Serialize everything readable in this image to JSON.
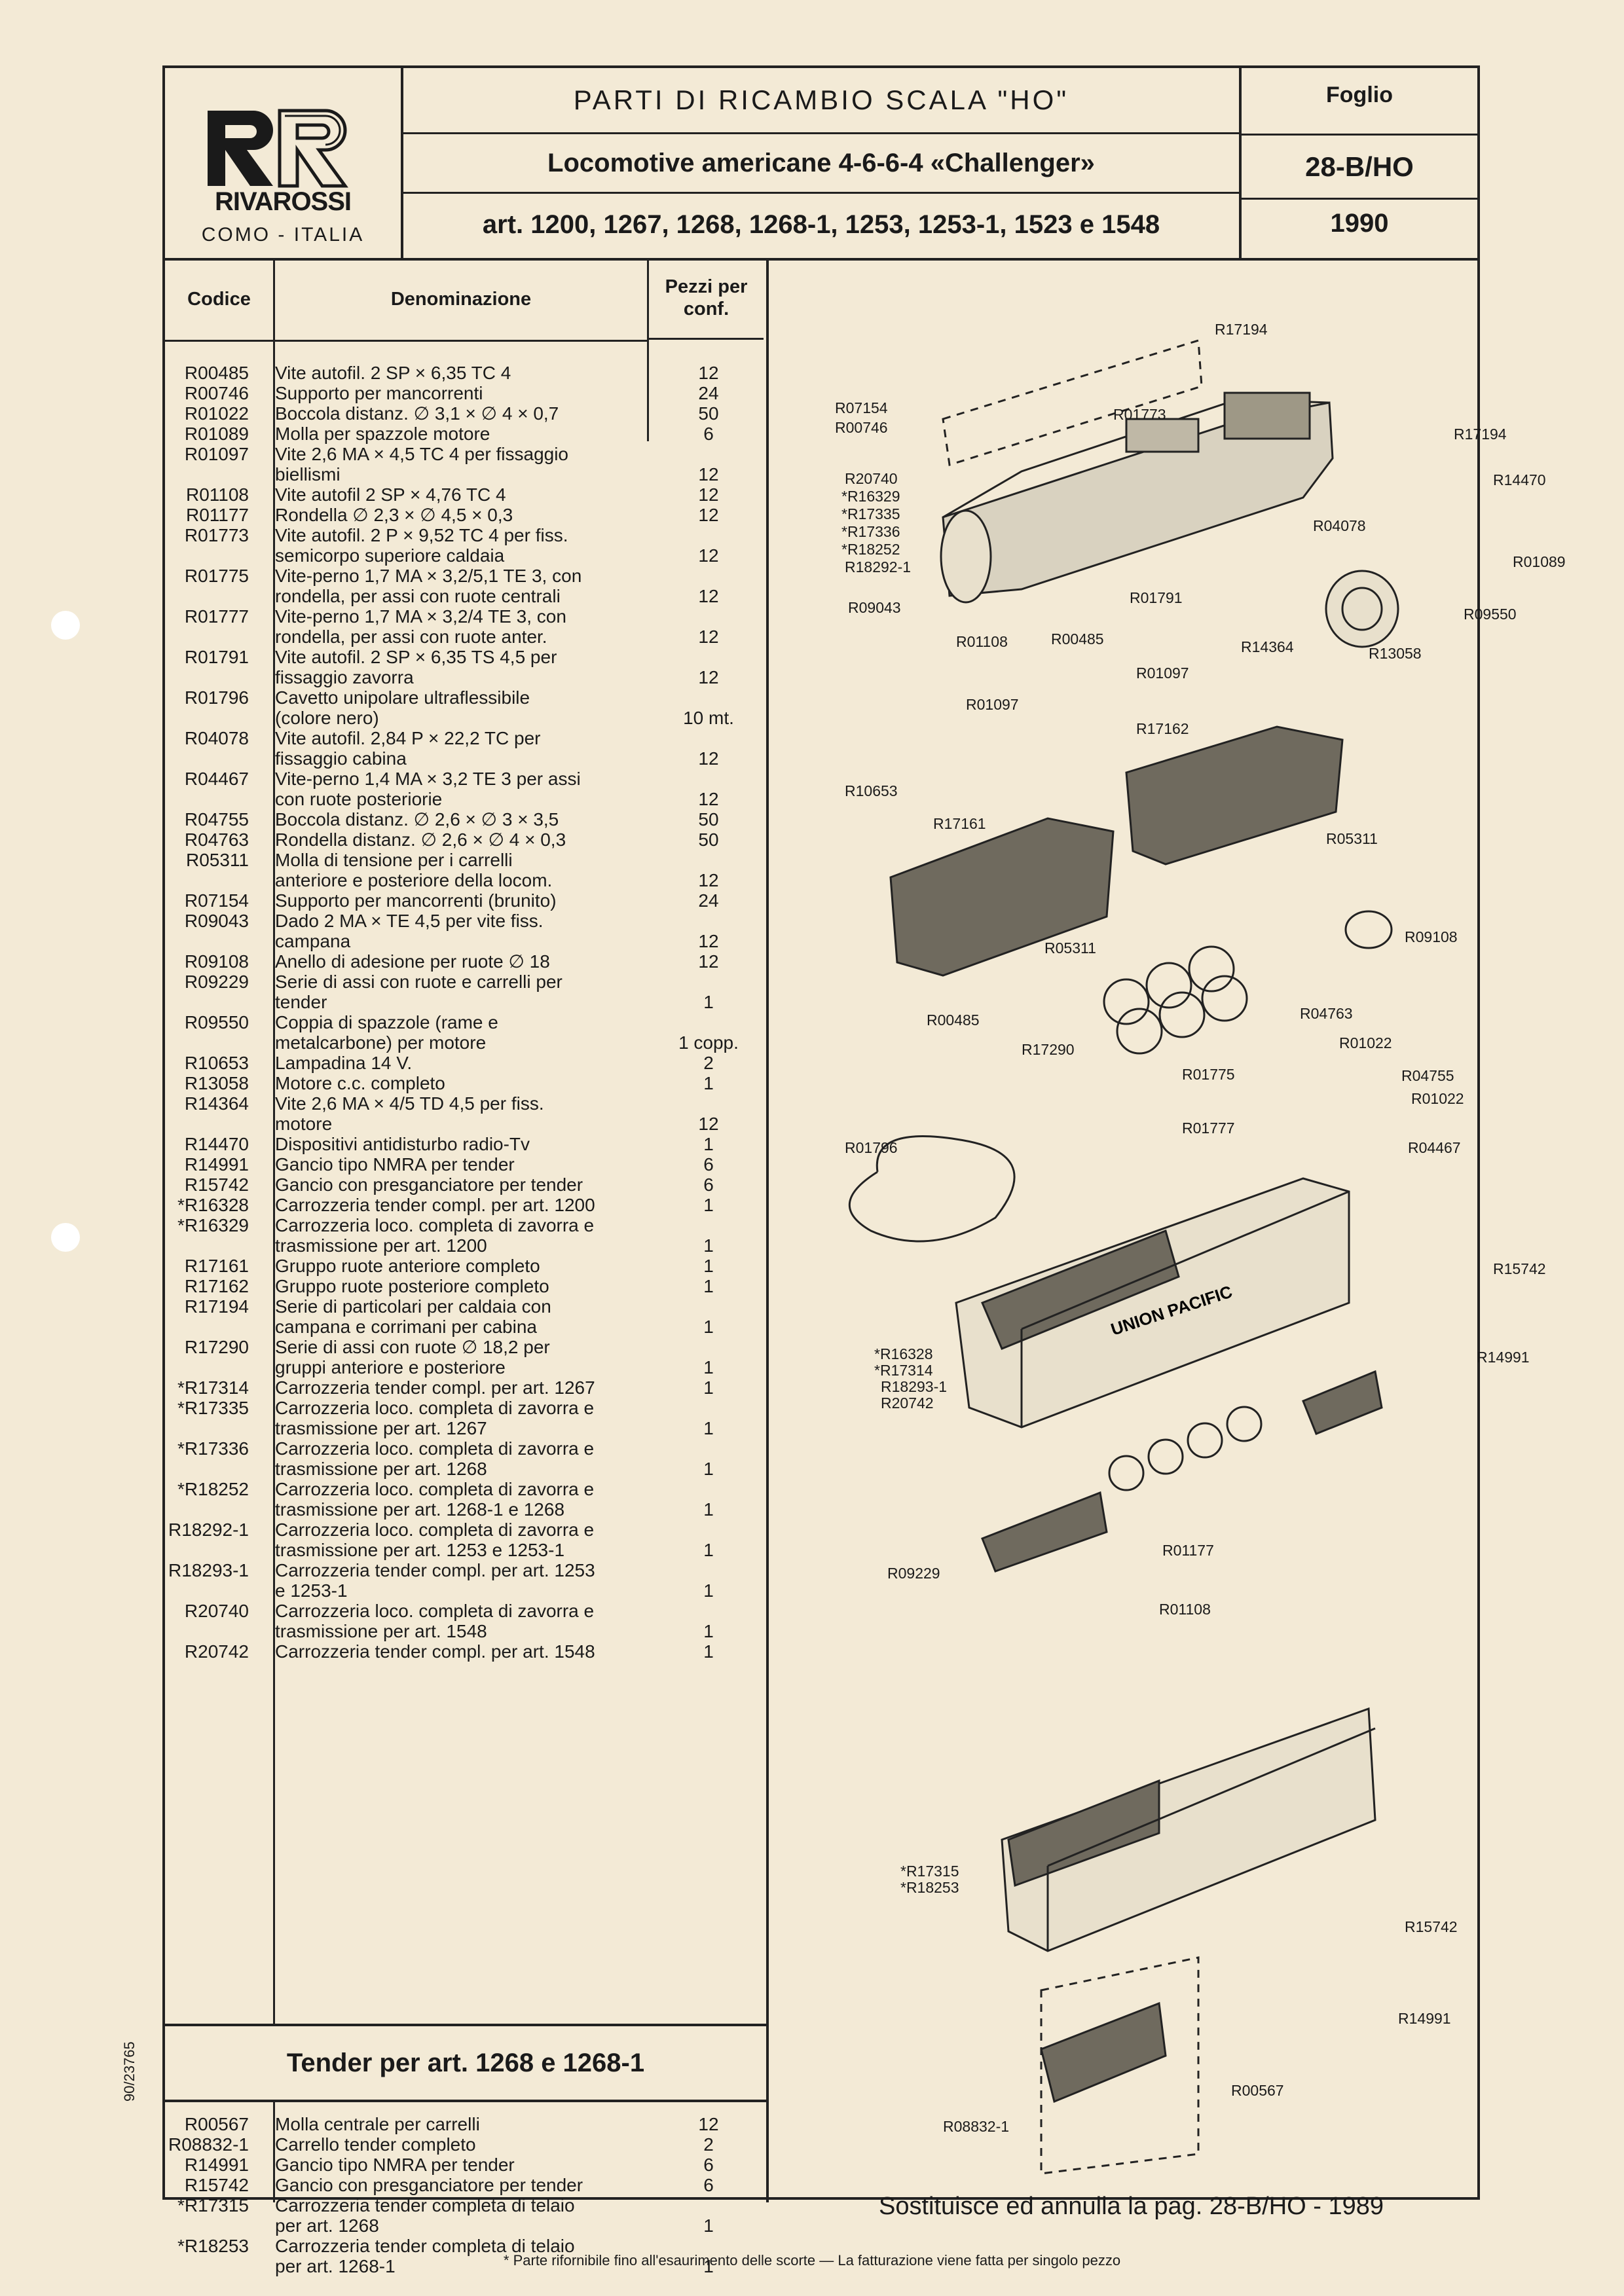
{
  "header": {
    "logo_name": "RIVAROSSI",
    "logo_city": "COMO - ITALIA",
    "title_line1": "PARTI DI RICAMBIO SCALA \"HO\"",
    "title_line2": "Locomotive americane 4-6-6-4 «Challenger»",
    "title_line3": "art. 1200, 1267, 1268, 1268-1, 1253, 1253-1, 1523 e 1548",
    "foglio_label": "Foglio",
    "foglio_value": "28-B/HO",
    "year": "1990"
  },
  "table": {
    "col_code": "Codice",
    "col_name": "Denominazione",
    "col_qty": "Pezzi per conf.",
    "rows": [
      {
        "code": "R00485",
        "name": "Vite autofil. 2 SP × 6,35 TC 4",
        "qty": "12"
      },
      {
        "code": "R00746",
        "name": "Supporto per mancorrenti",
        "qty": "24"
      },
      {
        "code": "R01022",
        "name": "Boccola distanz. ∅ 3,1 × ∅ 4 × 0,7",
        "qty": "50"
      },
      {
        "code": "R01089",
        "name": "Molla per spazzole motore",
        "qty": "6"
      },
      {
        "code": "R01097",
        "name": "Vite 2,6 MA × 4,5 TC 4 per fissaggio",
        "name2": "biellismi",
        "qty": "12"
      },
      {
        "code": "R01108",
        "name": "Vite autofil 2 SP × 4,76 TC 4",
        "qty": "12"
      },
      {
        "code": "R01177",
        "name": "Rondella ∅ 2,3 × ∅ 4,5 × 0,3",
        "qty": "12"
      },
      {
        "code": "R01773",
        "name": "Vite autofil. 2 P × 9,52 TC 4 per fiss.",
        "name2": "semicorpo superiore caldaia",
        "qty": "12"
      },
      {
        "code": "R01775",
        "name": "Vite-perno 1,7 MA × 3,2/5,1 TE 3, con",
        "name2": "rondella, per assi con ruote centrali",
        "qty": "12"
      },
      {
        "code": "R01777",
        "name": "Vite-perno 1,7 MA × 3,2/4 TE 3, con",
        "name2": "rondella, per assi con ruote anter.",
        "qty": "12"
      },
      {
        "code": "R01791",
        "name": "Vite autofil. 2 SP × 6,35 TS 4,5 per",
        "name2": "fissaggio zavorra",
        "qty": "12"
      },
      {
        "code": "R01796",
        "name": "Cavetto unipolare ultraflessibile",
        "name2": "(colore nero)",
        "qty": "10 mt."
      },
      {
        "code": "R04078",
        "name": "Vite autofil. 2,84 P × 22,2 TC per",
        "name2": "fissaggio cabina",
        "qty": "12"
      },
      {
        "code": "R04467",
        "name": "Vite-perno 1,4 MA × 3,2 TE 3 per assi",
        "name2": "con ruote posteriorie",
        "qty": "12"
      },
      {
        "code": "R04755",
        "name": "Boccola distanz. ∅ 2,6 × ∅ 3 × 3,5",
        "qty": "50"
      },
      {
        "code": "R04763",
        "name": "Rondella distanz. ∅ 2,6 × ∅ 4 × 0,3",
        "qty": "50"
      },
      {
        "code": "R05311",
        "name": "Molla di tensione per i carrelli",
        "name2": "anteriore e posteriore della locom.",
        "qty": "12"
      },
      {
        "code": "R07154",
        "name": "Supporto per mancorrenti (brunito)",
        "qty": "24"
      },
      {
        "code": "R09043",
        "name": "Dado 2 MA × TE 4,5 per vite fiss.",
        "name2": "campana",
        "qty": "12"
      },
      {
        "code": "R09108",
        "name": "Anello di adesione per ruote ∅ 18",
        "qty": "12"
      },
      {
        "code": "R09229",
        "name": "Serie di assi con ruote e carrelli per",
        "name2": "tender",
        "qty": "1"
      },
      {
        "code": "R09550",
        "name": "Coppia di spazzole (rame e",
        "name2": "metalcarbone) per motore",
        "qty": "1 copp."
      },
      {
        "code": "R10653",
        "name": "Lampadina 14 V.",
        "qty": "2"
      },
      {
        "code": "R13058",
        "name": "Motore c.c. completo",
        "qty": "1"
      },
      {
        "code": "R14364",
        "name": "Vite 2,6 MA × 4/5 TD 4,5 per fiss.",
        "name2": "motore",
        "qty": "12"
      },
      {
        "code": "R14470",
        "name": "Dispositivi antidisturbo radio-Tv",
        "qty": "1"
      },
      {
        "code": "R14991",
        "name": "Gancio tipo NMRA per tender",
        "qty": "6"
      },
      {
        "code": "R15742",
        "name": "Gancio con presganciatore per tender",
        "qty": "6"
      },
      {
        "code": "*R16328",
        "name": "Carrozzeria tender compl. per art. 1200",
        "qty": "1"
      },
      {
        "code": "*R16329",
        "name": "Carrozzeria loco. completa di zavorra e",
        "name2": "trasmissione per art. 1200",
        "qty": "1"
      },
      {
        "code": "R17161",
        "name": "Gruppo ruote anteriore completo",
        "qty": "1"
      },
      {
        "code": "R17162",
        "name": "Gruppo ruote posteriore completo",
        "qty": "1"
      },
      {
        "code": "R17194",
        "name": "Serie di particolari per caldaia con",
        "name2": "campana e corrimani per cabina",
        "qty": "1"
      },
      {
        "code": "R17290",
        "name": "Serie di assi con ruote ∅ 18,2 per",
        "name2": "gruppi anteriore e posteriore",
        "qty": "1"
      },
      {
        "code": "*R17314",
        "name": "Carrozzeria tender compl. per art. 1267",
        "qty": "1"
      },
      {
        "code": "*R17335",
        "name": "Carrozzeria loco. completa di zavorra e",
        "name2": "trasmissione per art. 1267",
        "qty": "1"
      },
      {
        "code": "*R17336",
        "name": "Carrozzeria loco. completa di zavorra e",
        "name2": "trasmissione per art. 1268",
        "qty": "1"
      },
      {
        "code": "*R18252",
        "name": "Carrozzeria loco. completa di zavorra e",
        "name2": "trasmissione per art. 1268-1 e 1268",
        "qty": "1"
      },
      {
        "code": "R18292-1",
        "name": "Carrozzeria loco. completa di zavorra e",
        "name2": "trasmissione per art. 1253 e 1253-1",
        "qty": "1"
      },
      {
        "code": "R18293-1",
        "name": "Carrozzeria tender compl. per art. 1253",
        "name2": "e 1253-1",
        "qty": "1"
      },
      {
        "code": "R20740",
        "name": "Carrozzeria loco. completa di zavorra e",
        "name2": "trasmissione per art. 1548",
        "qty": "1"
      },
      {
        "code": "R20742",
        "name": "Carrozzeria tender compl. per art. 1548",
        "qty": "1"
      }
    ]
  },
  "tender": {
    "title": "Tender per art. 1268 e 1268-1",
    "rows": [
      {
        "code": "R00567",
        "name": "Molla centrale per carrelli",
        "qty": "12"
      },
      {
        "code": "R08832-1",
        "name": "Carrello tender completo",
        "qty": "2"
      },
      {
        "code": "R14991",
        "name": "Gancio tipo NMRA per tender",
        "qty": "6"
      },
      {
        "code": "R15742",
        "name": "Gancio con presganciatore per tender",
        "qty": "6"
      },
      {
        "code": "*R17315",
        "name": "Carrozzeria tender completa di telaio",
        "name2": "per art. 1268",
        "qty": "1"
      },
      {
        "code": "*R18253",
        "name": "Carrozzeria tender completa di telaio",
        "name2": "per art. 1268-1",
        "qty": "1"
      }
    ]
  },
  "diagram_labels": [
    {
      "id": "l01",
      "text": "R17194"
    },
    {
      "id": "l02",
      "text": "R07154"
    },
    {
      "id": "l03",
      "text": "R00746"
    },
    {
      "id": "l04",
      "text": "R01773"
    },
    {
      "id": "l05",
      "text": "R17194"
    },
    {
      "id": "l06",
      "text": "R14470"
    },
    {
      "id": "l07",
      "text": "R20740"
    },
    {
      "id": "l08",
      "text": "*R16329"
    },
    {
      "id": "l09",
      "text": "*R17335"
    },
    {
      "id": "l10",
      "text": "*R17336"
    },
    {
      "id": "l11",
      "text": "*R18252"
    },
    {
      "id": "l12",
      "text": "R18292-1"
    },
    {
      "id": "l13",
      "text": "R04078"
    },
    {
      "id": "l14",
      "text": "R01089"
    },
    {
      "id": "l15",
      "text": "R09043"
    },
    {
      "id": "l16",
      "text": "R01791"
    },
    {
      "id": "l17",
      "text": "R09550"
    },
    {
      "id": "l18",
      "text": "R01108"
    },
    {
      "id": "l19",
      "text": "R00485"
    },
    {
      "id": "l20",
      "text": "R14364"
    },
    {
      "id": "l21",
      "text": "R13058"
    },
    {
      "id": "l22",
      "text": "R01097"
    },
    {
      "id": "l23",
      "text": "R01097"
    },
    {
      "id": "l24",
      "text": "R17162"
    },
    {
      "id": "l25",
      "text": "R10653"
    },
    {
      "id": "l26",
      "text": "R17161"
    },
    {
      "id": "l27",
      "text": "R05311"
    },
    {
      "id": "l28",
      "text": "R09108"
    },
    {
      "id": "l29",
      "text": "R05311"
    },
    {
      "id": "l30",
      "text": "R00485"
    },
    {
      "id": "l31",
      "text": "R04763"
    },
    {
      "id": "l32",
      "text": "R17290"
    },
    {
      "id": "l33",
      "text": "R01022"
    },
    {
      "id": "l34",
      "text": "R01775"
    },
    {
      "id": "l35",
      "text": "R04755"
    },
    {
      "id": "l36",
      "text": "R01022"
    },
    {
      "id": "l37",
      "text": "R01777"
    },
    {
      "id": "l38",
      "text": "R04467"
    },
    {
      "id": "l39",
      "text": "R01796"
    },
    {
      "id": "l40",
      "text": "R15742"
    },
    {
      "id": "l41",
      "text": "*R16328"
    },
    {
      "id": "l42",
      "text": "*R17314"
    },
    {
      "id": "l43",
      "text": "R18293-1"
    },
    {
      "id": "l44",
      "text": "R20742"
    },
    {
      "id": "l45",
      "text": "R14991"
    },
    {
      "id": "l46",
      "text": "R01177"
    },
    {
      "id": "l47",
      "text": "R09229"
    },
    {
      "id": "l48",
      "text": "R01108"
    },
    {
      "id": "l49",
      "text": "*R17315"
    },
    {
      "id": "l50",
      "text": "*R18253"
    },
    {
      "id": "l51",
      "text": "R15742"
    },
    {
      "id": "l52",
      "text": "R14991"
    },
    {
      "id": "l53",
      "text": "R00567"
    },
    {
      "id": "l54",
      "text": "R08832-1"
    }
  ],
  "tender_marking": "UNION PACIFIC",
  "replaces_note": "Sostituisce ed annulla la pag. 28-B/HO - 1989",
  "footnote": "* Parte rifornibile fino all'esaurimento delle scorte — La fatturazione viene fatta per singolo pezzo",
  "doc_number": "90/23765",
  "colors": {
    "paper": "#f3ead6",
    "ink": "#1a1a1a"
  },
  "icons": [
    "rivarossi-logo",
    "locomotive-exploded-drawing",
    "tender-drawing"
  ]
}
